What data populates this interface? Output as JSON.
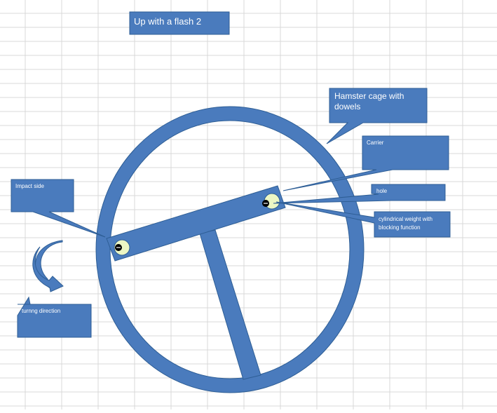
{
  "title": "Up with a flash 2",
  "callouts": {
    "hamster_cage": [
      "Hamster cage with",
      "dowels"
    ],
    "carrier": "Carrier",
    "hole": "hole",
    "weight": [
      "cylindrical weight with",
      "blocking function"
    ],
    "impact_side": "Impact side",
    "turning_direction": "turnng direction"
  },
  "colors": {
    "shape_fill": "#4a7bbd",
    "shape_stroke": "#2e5e95",
    "weight_fill": "#ecf6c4",
    "grid": "#d9d9d9"
  },
  "icons": {
    "turning_arrow": "curved-arrow-icon"
  }
}
